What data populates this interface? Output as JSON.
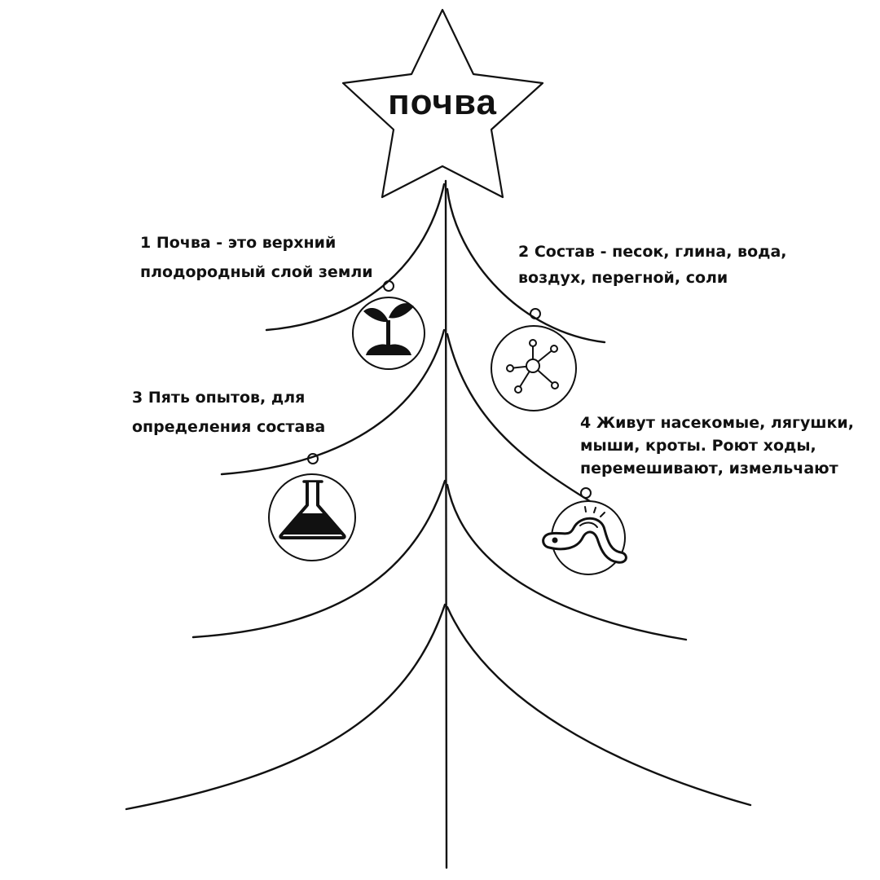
{
  "star": {
    "title": "почва"
  },
  "facts": [
    {
      "lines": [
        "1 Почва - это верхний",
        "плодородный слой земли"
      ],
      "icon": "sprout-icon"
    },
    {
      "lines": [
        "2 Состав - песок, глина, вода,",
        "воздух, перегной, соли"
      ],
      "icon": "molecule-icon"
    },
    {
      "lines": [
        "3 Пять опытов, для",
        "определения состава"
      ],
      "icon": "flask-icon"
    },
    {
      "lines": [
        "4 Живут насекомые, лягушки,",
        "мыши, кроты. Роют ходы,",
        "перемешивают, измельчают"
      ],
      "icon": "worm-icon"
    }
  ],
  "colors": {
    "line": "#111111",
    "background": "#ffffff"
  }
}
